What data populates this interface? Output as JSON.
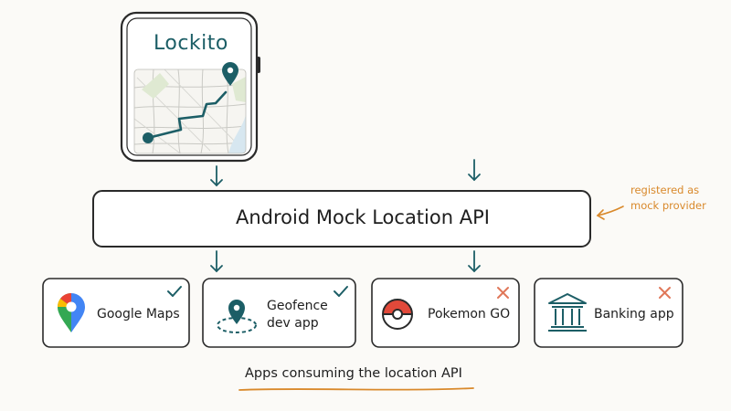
{
  "phone": {
    "app_name": "Lockito"
  },
  "api_box": {
    "label": "Android Mock Location API"
  },
  "side_note": {
    "line1": "registered as",
    "line2": "mock provider"
  },
  "apps": [
    {
      "name": "Google Maps",
      "icon": "google-maps-pin-icon",
      "status": "allowed",
      "status_icon": "check-icon"
    },
    {
      "name_line1": "Geofence",
      "name_line2": "dev app",
      "icon": "geofence-pin-icon",
      "status": "allowed",
      "status_icon": "check-icon"
    },
    {
      "name": "Pokemon GO",
      "icon": "pokeball-icon",
      "status": "blocked",
      "status_icon": "cross-icon"
    },
    {
      "name": "Banking app",
      "icon": "bank-icon",
      "status": "blocked",
      "status_icon": "cross-icon"
    }
  ],
  "caption": "Apps consuming the location API",
  "colors": {
    "teal": "#1c5e66",
    "accent_orange": "#d9892b",
    "allowed": "#1c5e66",
    "blocked": "#e0785a"
  }
}
